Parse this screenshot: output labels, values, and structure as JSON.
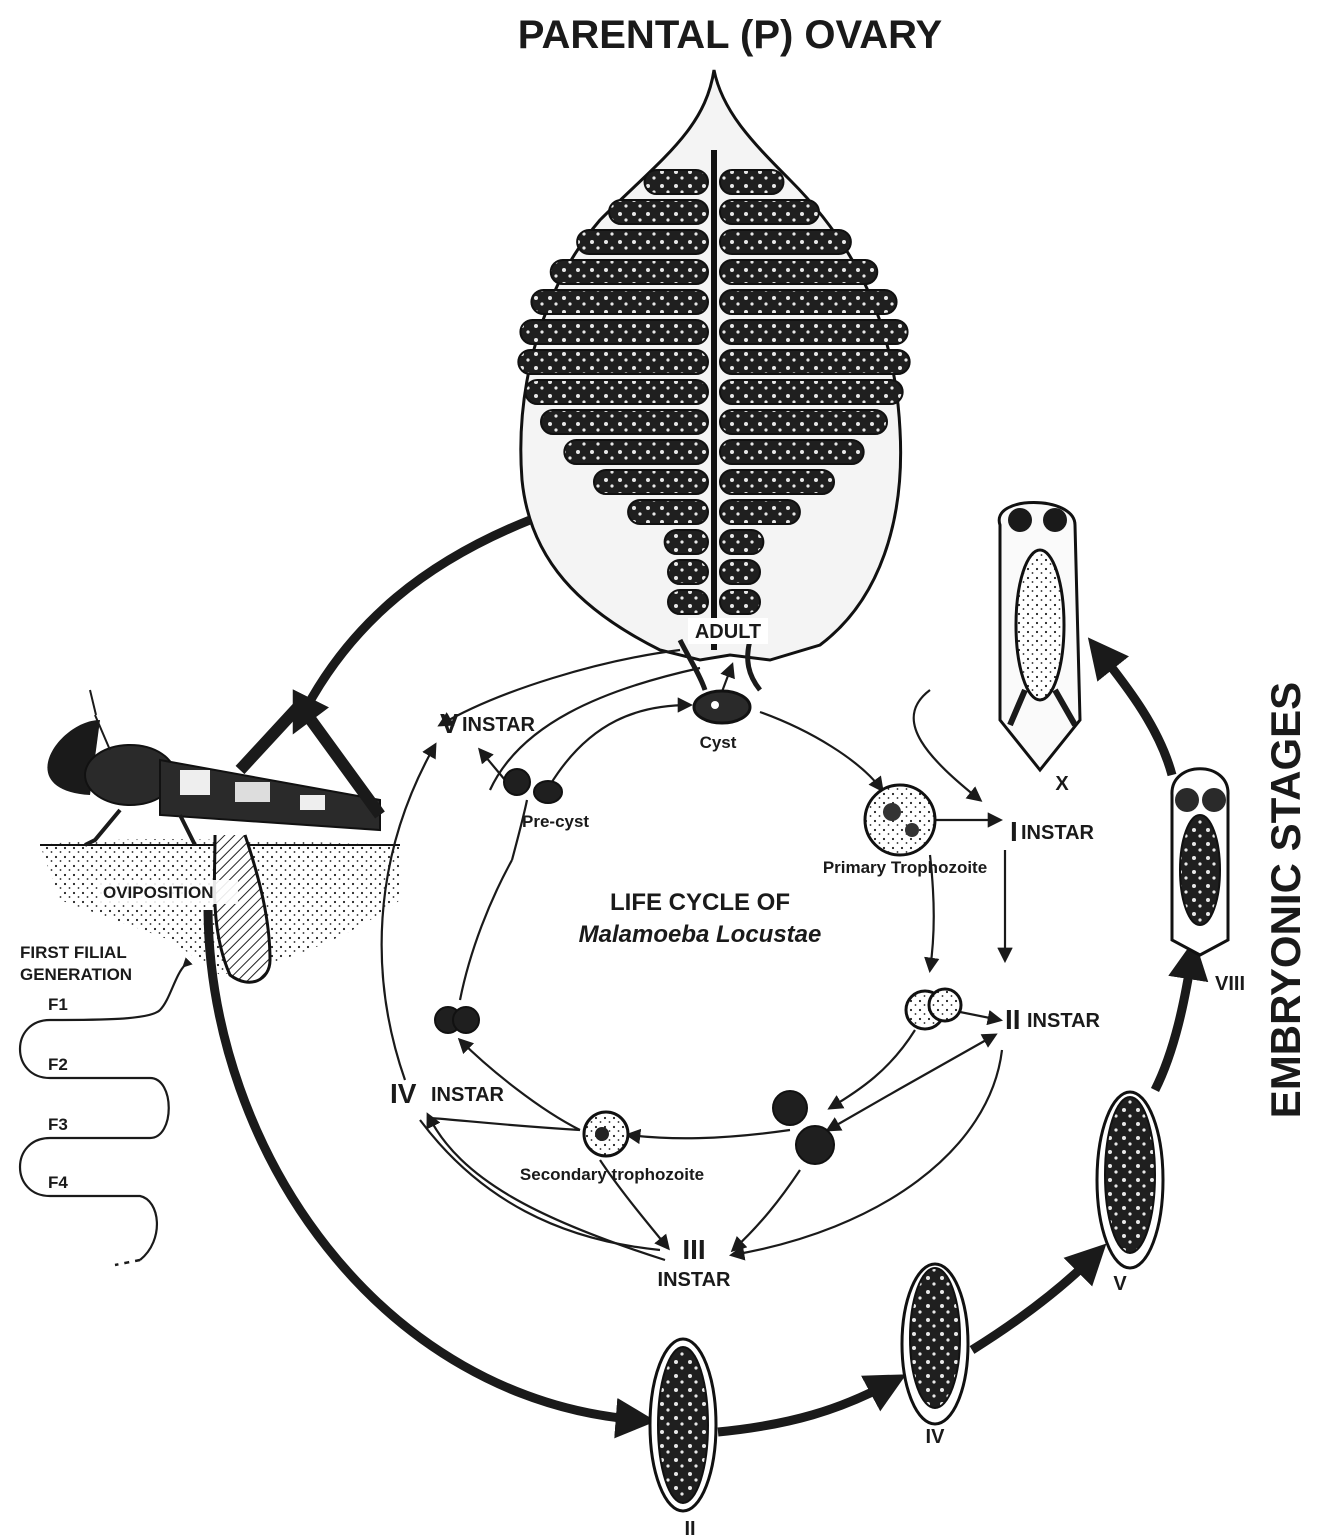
{
  "title": "PARENTAL (P) OVARY",
  "center": {
    "line1": "LIFE CYCLE OF",
    "line2": "Malamoeba Locustae"
  },
  "side_label": "EMBRYONIC STAGES",
  "ovary_label": "ADULT",
  "host": {
    "oviposition": "OVIPOSITION",
    "filial_line1": "FIRST FILIAL",
    "filial_line2": "GENERATION",
    "generations": [
      "F1",
      "F2",
      "F3",
      "F4"
    ]
  },
  "parasite_stages": {
    "cyst": "Cyst",
    "pre_cyst": "Pre-cyst",
    "primary": "Primary Trophozoite",
    "secondary": "Secondary trophozoite"
  },
  "instars": {
    "i_num": "I",
    "ii_num": "II",
    "iii_num": "III",
    "iv_num": "IV",
    "v_num": "V",
    "word": "INSTAR"
  },
  "embryonic": {
    "ii": "II",
    "iv": "IV",
    "v": "V",
    "viii": "VIII",
    "x": "X"
  }
}
